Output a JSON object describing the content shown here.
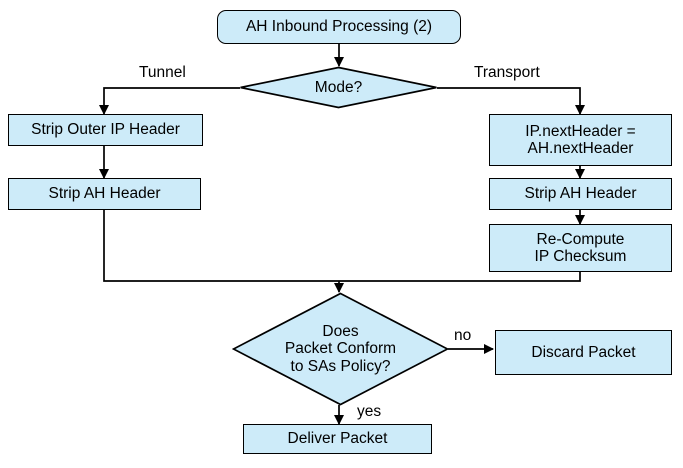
{
  "diagram": {
    "title": "AH Inbound Processing (2)",
    "style": {
      "node_fill": "#cdebf9",
      "node_stroke": "#000000",
      "background": "#ffffff",
      "text_color": "#000000"
    },
    "nodes": {
      "start": {
        "label": "AH Inbound Processing (2)",
        "shape": "rounded-rectangle"
      },
      "mode_decision": {
        "label": "Mode?",
        "shape": "diamond"
      },
      "strip_outer_ip_header": {
        "label": "Strip Outer IP Header",
        "shape": "rectangle"
      },
      "strip_ah_header_tunnel": {
        "label": "Strip AH Header",
        "shape": "rectangle"
      },
      "next_header_assign": {
        "label": "IP.nextHeader =\nAH.nextHeader",
        "shape": "rectangle"
      },
      "strip_ah_header_transport": {
        "label": "Strip AH Header",
        "shape": "rectangle"
      },
      "recompute_checksum": {
        "label": "Re-Compute\nIP Checksum",
        "shape": "rectangle"
      },
      "policy_decision": {
        "label": "Does\nPacket Conform\nto SAs Policy?",
        "shape": "diamond"
      },
      "discard_packet": {
        "label": "Discard Packet",
        "shape": "rectangle"
      },
      "deliver_packet": {
        "label": "Deliver Packet",
        "shape": "rectangle"
      }
    },
    "edge_labels": {
      "tunnel": "Tunnel",
      "transport": "Transport",
      "no": "no",
      "yes": "yes"
    }
  }
}
